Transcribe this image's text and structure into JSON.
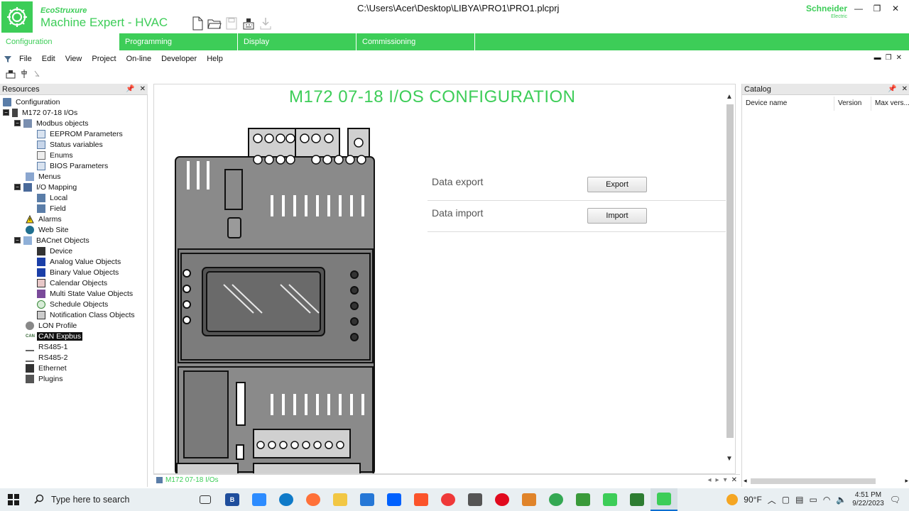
{
  "app": {
    "brand_top": "EcoStruxure",
    "brand_name": "Machine Expert - HVAC",
    "window_path": "C:\\Users\\Acer\\Desktop\\LIBYA\\PRO1\\PRO1.plcprj",
    "vendor": "Schneider",
    "vendor_sub": "Electric",
    "accent_color": "#3dcd58"
  },
  "ribbon_tabs": [
    "Configuration",
    "Programming",
    "Display",
    "Commissioning"
  ],
  "menu": [
    "File",
    "Edit",
    "View",
    "Project",
    "On-line",
    "Developer",
    "Help"
  ],
  "resources": {
    "title": "Resources",
    "tree": [
      {
        "label": "Configuration",
        "icon": "configuration-icon"
      },
      {
        "label": "M172 07-18 I/Os",
        "icon": "device-icon"
      },
      {
        "label": "Modbus objects",
        "icon": "modbus-icon"
      },
      {
        "label": "EEPROM Parameters",
        "icon": "parameters-icon"
      },
      {
        "label": "Status variables",
        "icon": "variables-icon"
      },
      {
        "label": "Enums",
        "icon": "enums-icon"
      },
      {
        "label": "BIOS Parameters",
        "icon": "bios-icon"
      },
      {
        "label": "Menus",
        "icon": "menus-icon"
      },
      {
        "label": "I/O Mapping",
        "icon": "io-mapping-icon"
      },
      {
        "label": "Local",
        "icon": "local-icon"
      },
      {
        "label": "Field",
        "icon": "field-icon"
      },
      {
        "label": "Alarms",
        "icon": "alarm-icon"
      },
      {
        "label": "Web Site",
        "icon": "globe-icon"
      },
      {
        "label": "BACnet Objects",
        "icon": "bacnet-icon"
      },
      {
        "label": "Device",
        "icon": "device-object-icon"
      },
      {
        "label": "Analog Value Objects",
        "icon": "analog-value-icon"
      },
      {
        "label": "Binary Value Objects",
        "icon": "binary-value-icon"
      },
      {
        "label": "Calendar Objects",
        "icon": "calendar-icon"
      },
      {
        "label": "Multi State Value Objects",
        "icon": "multi-state-icon"
      },
      {
        "label": "Schedule Objects",
        "icon": "schedule-icon"
      },
      {
        "label": "Notification Class Objects",
        "icon": "notification-icon"
      },
      {
        "label": "LON Profile",
        "icon": "lon-icon"
      },
      {
        "label": "CAN Expbus",
        "icon": "can-icon"
      },
      {
        "label": "RS485-1",
        "icon": "rs485-icon"
      },
      {
        "label": "RS485-2",
        "icon": "rs485-icon"
      },
      {
        "label": "Ethernet",
        "icon": "ethernet-icon"
      },
      {
        "label": "Plugins",
        "icon": "plugins-icon"
      }
    ]
  },
  "main": {
    "title": "M172 07-18 I/OS CONFIGURATION",
    "rows": [
      {
        "label": "Data export",
        "button": "Export"
      },
      {
        "label": "Data import",
        "button": "Import"
      }
    ],
    "doc_tab": "M172 07-18 I/Os"
  },
  "catalog": {
    "title": "Catalog",
    "columns": [
      "Device name",
      "Version",
      "Max vers..."
    ]
  },
  "taskbar": {
    "search_placeholder": "Type here to search",
    "weather": "90°F",
    "time": "4:51 PM",
    "date": "9/22/2023"
  }
}
